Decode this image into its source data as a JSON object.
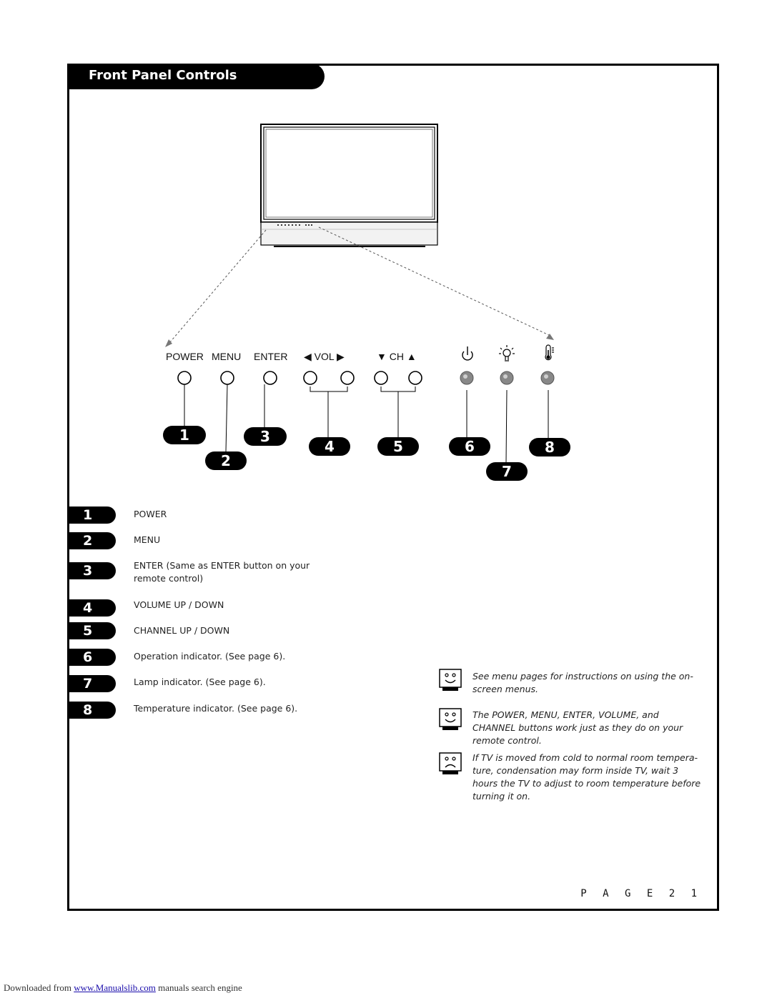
{
  "header": {
    "title": "Front Panel Controls"
  },
  "control_labels": {
    "power": "POWER",
    "menu": "MENU",
    "enter": "ENTER",
    "vol": "◀ VOL ▶",
    "ch": "▼ CH ▲"
  },
  "callouts": [
    "1",
    "2",
    "3",
    "4",
    "5",
    "6",
    "7",
    "8"
  ],
  "legend": [
    {
      "num": "1",
      "text": "POWER"
    },
    {
      "num": "2",
      "text": "MENU"
    },
    {
      "num": "3",
      "text": "ENTER (Same as ENTER button on your remote control)"
    },
    {
      "num": "4",
      "text": "VOLUME UP / DOWN"
    },
    {
      "num": "5",
      "text": "CHANNEL UP / DOWN"
    },
    {
      "num": "6",
      "text": "Operation indicator. (See page 6)."
    },
    {
      "num": "7",
      "text": "Lamp indicator. (See page 6)."
    },
    {
      "num": "8",
      "text": "Temperature indicator. (See page 6)."
    }
  ],
  "notes": [
    {
      "icon": "happy-face-icon",
      "text": "See menu pages for instructions on using the on-screen menus."
    },
    {
      "icon": "happy-face-icon",
      "text": "The POWER, MENU, ENTER, VOLUME, and CHANNEL buttons work just as they do on your remote control."
    },
    {
      "icon": "sad-face-icon",
      "text": "If TV is moved from cold to normal room tempera-ture, condensation may form inside TV, wait 3 hours the TV to adjust to room temperature before turning it on."
    }
  ],
  "page": {
    "label": "P A G E  2 1"
  },
  "footer": {
    "prefix": "Downloaded from",
    "link": "www.Manualslib.com",
    "suffix": "manuals search engine"
  }
}
